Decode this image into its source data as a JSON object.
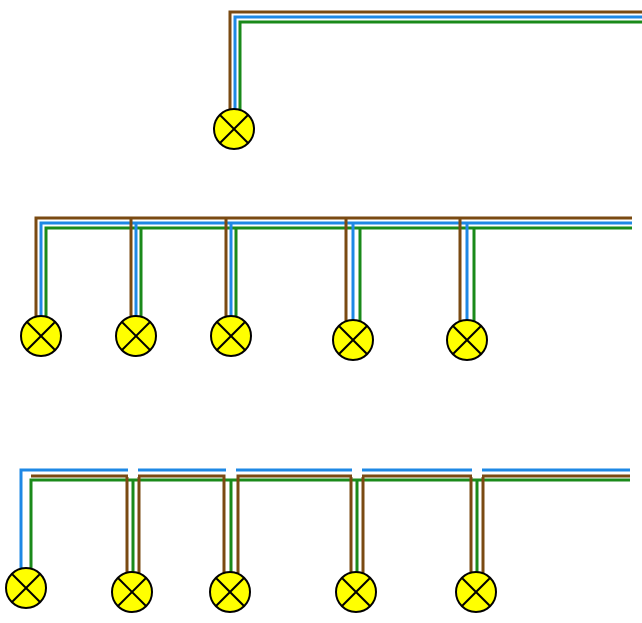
{
  "diagram": {
    "kind": "lighting-circuit-wiring",
    "wire_colors": {
      "live": "#7a4a12",
      "neutral": "#1e88e5",
      "earth": "#1a8a1a"
    },
    "lamp": {
      "icon": "lamp-symbol",
      "fill": "#ffff00",
      "stroke": "#000000"
    },
    "circuits": [
      {
        "name": "single-lamp-circuit",
        "lamp_count": 1
      },
      {
        "name": "parallel-lamp-circuit",
        "lamp_count": 5
      },
      {
        "name": "split-bus-lamp-circuit",
        "lamp_count": 5
      }
    ]
  }
}
